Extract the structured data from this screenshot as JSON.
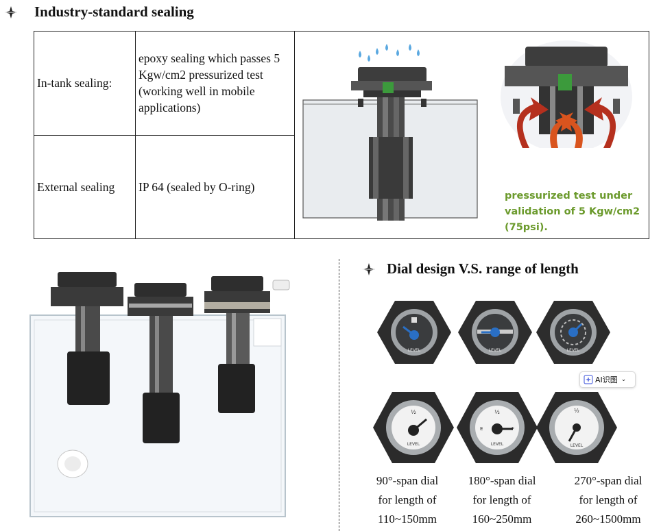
{
  "section1": {
    "title": "Industry-standard sealing",
    "rows": [
      {
        "label": "In-tank sealing:",
        "description": "epoxy sealing which passes 5 Kgw/cm2 pressurized test (working well in mobile applications)"
      },
      {
        "label": "External sealing",
        "description": "IP 64 (sealed by O-ring)"
      }
    ],
    "pressure_note": [
      "pressurized test under",
      "validation of 5 Kgw/cm2",
      "(75psi)."
    ]
  },
  "section2": {
    "title": "Dial design V.S. range of length",
    "captions": [
      {
        "line1": "90°-span dial",
        "line2": "for length of",
        "line3": "110~150mm"
      },
      {
        "line1": "180°-span dial",
        "line2": "for length of",
        "line3": "160~250mm"
      },
      {
        "line1": "270°-span dial",
        "line2": "for length of",
        "line3": "260~1500mm"
      }
    ],
    "dial_label": "LEVEL",
    "dial_half": "½",
    "dial_e": "E",
    "dial_f": "F"
  },
  "ai_chip": {
    "label": "AI识图"
  },
  "colors": {
    "green_text": "#6b9a2c",
    "gauge_blue": "#2a6fc4",
    "arrow_red": "#b5301e"
  }
}
